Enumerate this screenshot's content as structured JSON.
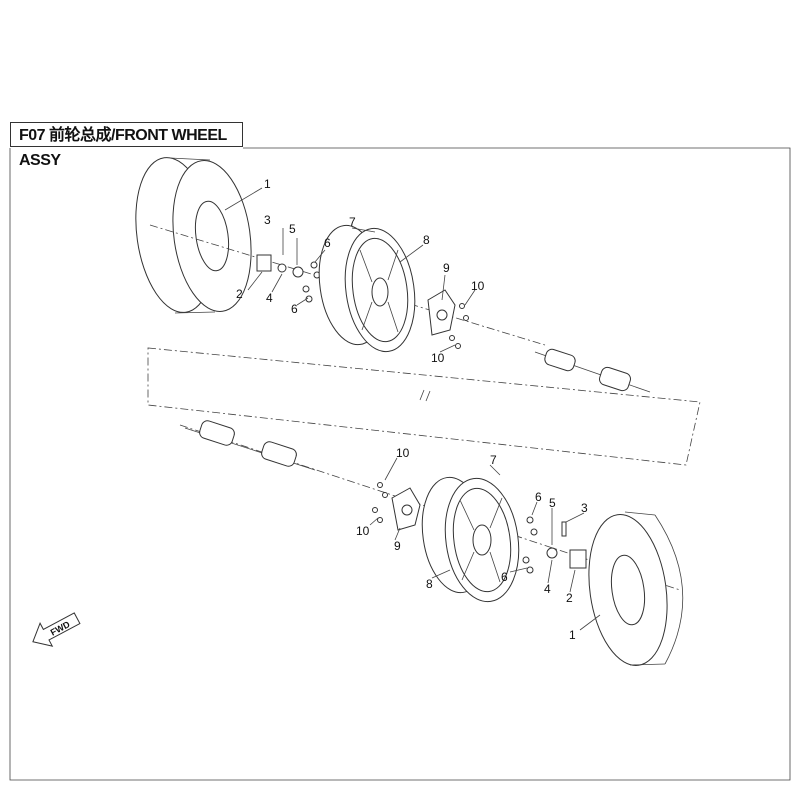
{
  "title": "F07 前轮总成/FRONT WHEEL ASSY",
  "fwd_label": "FWD",
  "upper_callouts": [
    "1",
    "3",
    "5",
    "6",
    "7",
    "8",
    "9",
    "10",
    "2",
    "4",
    "6",
    "10"
  ],
  "lower_callouts": [
    "10",
    "7",
    "6",
    "5",
    "3",
    "10",
    "9",
    "6",
    "4",
    "2",
    "8",
    "1"
  ]
}
